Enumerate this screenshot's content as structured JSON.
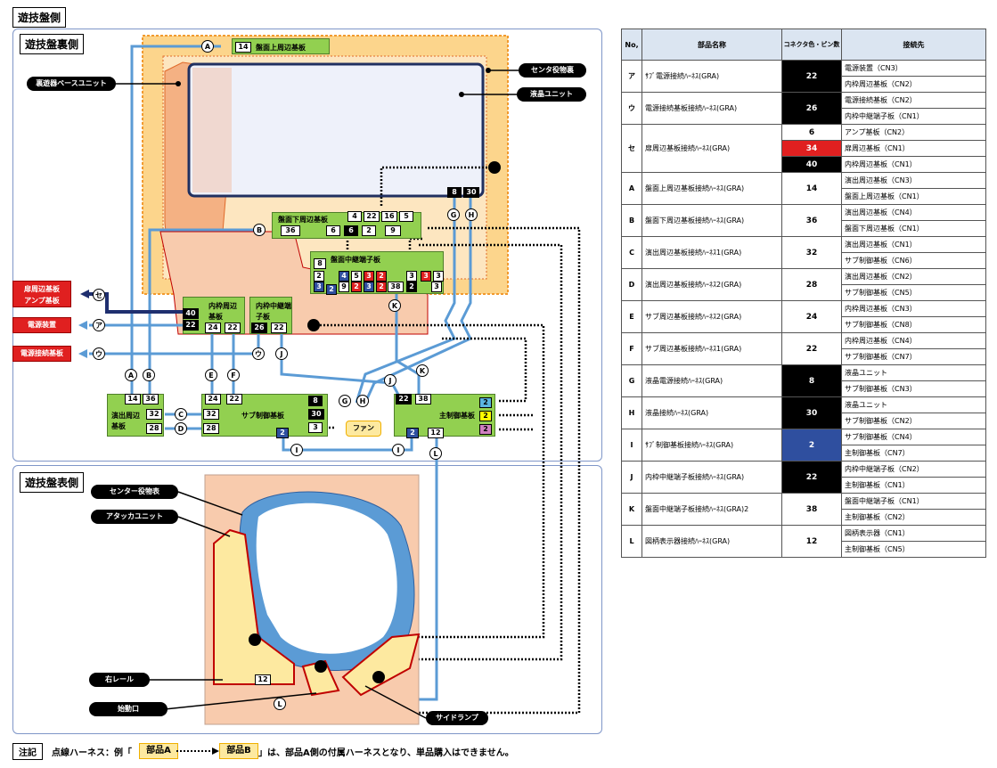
{
  "title": "遊技盤側",
  "section_back": "遊技盤裏側",
  "section_front": "遊技盤表側",
  "colors": {
    "board_green": "#92d050",
    "harness_blue": "#5b9bd5",
    "frame_orange": "#ffc000",
    "red_tag": "#e02020",
    "pin_black": "#000000",
    "pin_blue": "#2f4f9f",
    "pin_red": "#e02020"
  },
  "back": {
    "boards": {
      "upper": "盤面上周辺基板",
      "lower": "盤面下周辺基板",
      "relay": "盤面中継端子板",
      "inner": "内枠周辺基板",
      "inner_relay": "内枠中継端子板",
      "sub": "サブ制御基板",
      "main": "主制御基板",
      "effect": "演出周辺基板"
    },
    "callouts": {
      "base": "裏遊器ベースユニット",
      "center": "センタ役物裏",
      "lcd": "液晶ユニット"
    },
    "red_tags": {
      "front": "扉周辺基板\nアンプ基板",
      "power": "電源装置",
      "power_relay": "電源接続基板"
    },
    "fan": "ファン",
    "nums": {
      "upper_14": "14",
      "lower_36": "36",
      "lower_4": "4",
      "lower_22": "22",
      "lower_16": "16",
      "lower_5": "5",
      "lower_6a": "6",
      "lower_6b": "6",
      "lower_2": "2",
      "lower_9": "9",
      "lcd_8": "8",
      "lcd_30": "30",
      "relay_8": "8",
      "relay_2a": "2",
      "relay_4": "4",
      "relay_5": "5",
      "relay_3": "3",
      "relay_2b": "2",
      "relay_3b": "3",
      "relay_9": "9",
      "relay_2c": "2",
      "relay_3c": "3",
      "relay_2d": "2",
      "relay_38": "38",
      "relay_r3a": "3",
      "relay_r3b": "3",
      "relay_r3c": "3",
      "relay_r2": "2",
      "relay_r3d": "3",
      "inner_40": "40",
      "inner_22": "22",
      "inner_24": "24",
      "inner_22b": "22",
      "ir_26": "26",
      "ir_22": "22",
      "sub_24": "24",
      "sub_22": "22",
      "sub_32": "32",
      "sub_28": "28",
      "sub_8": "8",
      "sub_30": "30",
      "sub_3": "3",
      "sub_2": "2",
      "eff_14": "14",
      "eff_36": "36",
      "eff_32": "32",
      "eff_28": "28",
      "main_22": "22",
      "main_38": "38",
      "main_2a": "2",
      "main_2b": "2",
      "main_2c": "2",
      "main_2d": "2",
      "main_12": "12"
    },
    "letters": {
      "A": "A",
      "B": "B",
      "C": "C",
      "D": "D",
      "E": "E",
      "F": "F",
      "G": "G",
      "H": "H",
      "I": "I",
      "J": "J",
      "K": "K",
      "L": "L",
      "a": "ア",
      "u": "ウ",
      "se": "セ"
    }
  },
  "front": {
    "callouts": {
      "center": "センター役物表",
      "attacker": "アタッカユニット",
      "rail": "右レール",
      "start": "始動口",
      "side": "サイドランプ"
    },
    "num_12": "12",
    "letter_L": "L"
  },
  "note": {
    "label": "注記",
    "text1": "点線ハーネス：例「",
    "partA": "部品A",
    "partB": "部品B",
    "text2": "」は、部品A側の付属ハーネスとなり、単品購入はできません。"
  },
  "table": {
    "headers": {
      "no": "No,",
      "name": "部品名称",
      "pins": "コネクタ色・ピン数",
      "dest": "接続先"
    },
    "rows": [
      {
        "no": "ア",
        "name": "ｻﾌﾞ電源接続ﾊｰﾈｽ(GRA)",
        "pins": [
          {
            "v": "22",
            "c": "b"
          }
        ],
        "dest": [
          "電源装置（CN3）",
          "内枠周辺基板（CN2）"
        ]
      },
      {
        "no": "ウ",
        "name": "電源接続基板接続ﾊｰﾈｽ(GRA)",
        "pins": [
          {
            "v": "26",
            "c": "b"
          }
        ],
        "dest": [
          "電源接続基板（CN2）",
          "内枠中継端子板（CN1）"
        ]
      },
      {
        "no": "セ",
        "name": "扉周辺基板接続ﾊｰﾈｽ(GRA)",
        "pins": [
          {
            "v": "6",
            "c": "w"
          },
          {
            "v": "34",
            "c": "r"
          },
          {
            "v": "40",
            "c": "b"
          }
        ],
        "dest": [
          "アンプ基板（CN2）",
          "扉周辺基板（CN1）",
          "内枠周辺基板（CN1）"
        ]
      },
      {
        "no": "A",
        "name": "盤面上周辺基板接続ﾊｰﾈｽ(GRA)",
        "pins": [
          {
            "v": "14",
            "c": "w"
          }
        ],
        "dest": [
          "演出周辺基板（CN3）",
          "盤面上周辺基板（CN1）"
        ]
      },
      {
        "no": "B",
        "name": "盤面下周辺基板接続ﾊｰﾈｽ(GRA)",
        "pins": [
          {
            "v": "36",
            "c": "w"
          }
        ],
        "dest": [
          "演出周辺基板（CN4）",
          "盤面下周辺基板（CN1）"
        ]
      },
      {
        "no": "C",
        "name": "演出周辺基板接続ﾊｰﾈｽ1(GRA)",
        "pins": [
          {
            "v": "32",
            "c": "w"
          }
        ],
        "dest": [
          "演出周辺基板（CN1）",
          "サブ制御基板（CN6）"
        ]
      },
      {
        "no": "D",
        "name": "演出周辺基板接続ﾊｰﾈｽ2(GRA)",
        "pins": [
          {
            "v": "28",
            "c": "w"
          }
        ],
        "dest": [
          "演出周辺基板（CN2）",
          "サブ制御基板（CN5）"
        ]
      },
      {
        "no": "E",
        "name": "サブ周辺基板接続ﾊｰﾈｽ2(GRA)",
        "pins": [
          {
            "v": "24",
            "c": "w"
          }
        ],
        "dest": [
          "内枠周辺基板（CN3）",
          "サブ制御基板（CN8）"
        ]
      },
      {
        "no": "F",
        "name": "サブ周辺基板接続ﾊｰﾈｽ1(GRA)",
        "pins": [
          {
            "v": "22",
            "c": "w"
          }
        ],
        "dest": [
          "内枠周辺基板（CN4）",
          "サブ制御基板（CN7）"
        ]
      },
      {
        "no": "G",
        "name": "液晶電源接続ﾊｰﾈｽ(GRA)",
        "pins": [
          {
            "v": "8",
            "c": "b"
          }
        ],
        "dest": [
          "液晶ユニット",
          "サブ制御基板（CN3）"
        ]
      },
      {
        "no": "H",
        "name": "液晶接続ﾊｰﾈｽ(GRA)",
        "pins": [
          {
            "v": "30",
            "c": "b"
          }
        ],
        "dest": [
          "液晶ユニット",
          "サブ制御基板（CN2）"
        ]
      },
      {
        "no": "I",
        "name": "ｻﾌﾞ制御基板接続ﾊｰﾈｽ(GRA)",
        "pins": [
          {
            "v": "2",
            "c": "bl"
          }
        ],
        "dest": [
          "サブ制御基板（CN4）",
          "主制御基板（CN7）"
        ]
      },
      {
        "no": "J",
        "name": "内枠中継端子板接続ﾊｰﾈｽ(GRA)",
        "pins": [
          {
            "v": "22",
            "c": "b"
          }
        ],
        "dest": [
          "内枠中継端子板（CN2）",
          "主制御基板（CN1）"
        ]
      },
      {
        "no": "K",
        "name": "盤面中継端子板接続ﾊｰﾈｽ(GRA)2",
        "pins": [
          {
            "v": "38",
            "c": "w"
          }
        ],
        "dest": [
          "盤面中継端子板（CN1）",
          "主制御基板（CN2）"
        ]
      },
      {
        "no": "L",
        "name": "図柄表示器接続ﾊｰﾈｽ(GRA)",
        "pins": [
          {
            "v": "12",
            "c": "w"
          }
        ],
        "dest": [
          "図柄表示器（CN1）",
          "主制御基板（CN5）"
        ]
      }
    ]
  }
}
